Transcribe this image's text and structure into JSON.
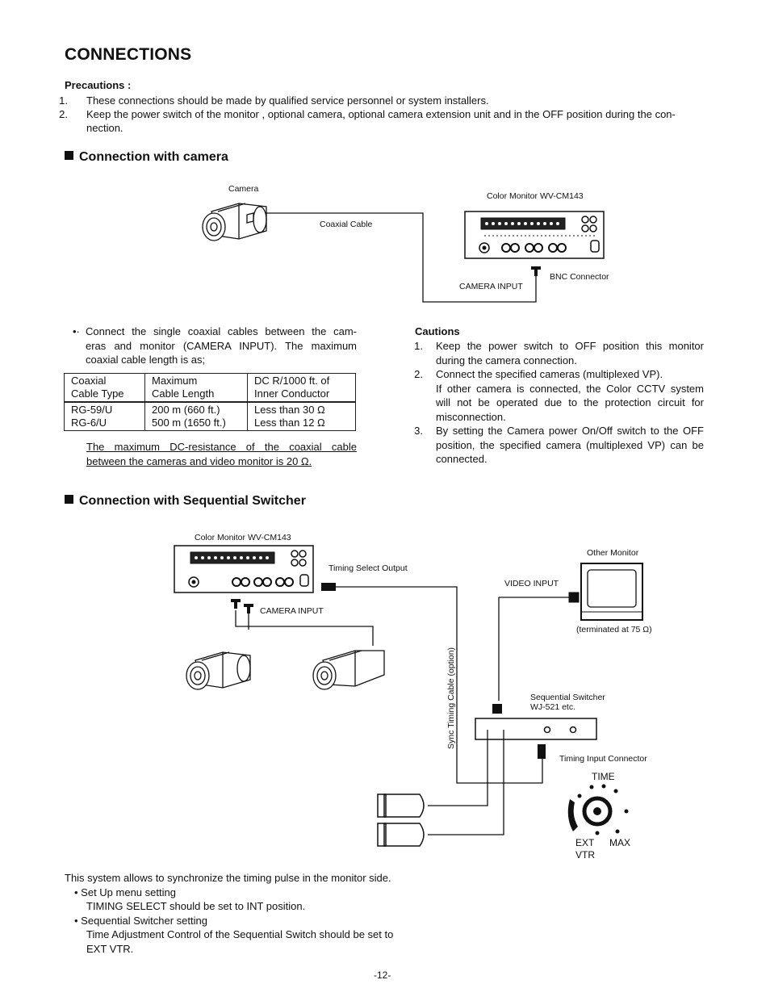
{
  "title": "CONNECTIONS",
  "precautions": {
    "heading": "Precautions :",
    "items": [
      {
        "num": "1.",
        "lines": [
          "These connections should be made by qualified service personnel or system installers."
        ]
      },
      {
        "num": "2.",
        "lines": [
          "Keep the power switch of the monitor , optional camera, optional camera extension unit and in the OFF position during the con-",
          "nection."
        ]
      }
    ]
  },
  "camera_section": {
    "heading": "Connection with camera",
    "diagram": {
      "camera_label": "Camera",
      "coax_label": "Coaxial Cable",
      "monitor_label": "Color Monitor WV-CM143",
      "bnc_label": "BNC Connector",
      "input_label": "CAMERA INPUT"
    },
    "bullet": {
      "mark": "•·",
      "lines": [
        "Connect the single coaxial cables between the cam-",
        "eras and monitor (CAMERA INPUT). The maximum",
        "coaxial cable length is as;"
      ]
    },
    "table": {
      "headers": [
        [
          "Coaxial",
          "Cable Type"
        ],
        [
          "Maximum",
          "Cable Length"
        ],
        [
          "DC R/1000 ft. of",
          "Inner Conductor"
        ]
      ],
      "rows": [
        [
          [
            "RG-59/U",
            "RG-6/U"
          ],
          [
            "200 m (660 ft.)",
            "500 m (1650 ft.)"
          ],
          [
            "Less than 30 Ω",
            "Less than 12 Ω"
          ]
        ]
      ]
    },
    "note_lines": [
      "The maximum DC-resistance of the coaxial cable",
      "between the cameras and video monitor is 20 Ω."
    ],
    "cautions": {
      "heading": "Cautions",
      "items": [
        {
          "num": "1.",
          "lines": [
            "Keep the power switch to OFF position this monitor",
            "during the camera connection."
          ]
        },
        {
          "num": "2.",
          "lines": [
            "Connect the specified cameras (multiplexed VP).",
            "If other camera is connected, the Color CCTV system",
            "will not be operated due to the protection circuit for",
            "misconnection."
          ]
        },
        {
          "num": "3.",
          "lines": [
            "By setting the Camera power On/Off switch to the OFF",
            "position, the specified camera (multiplexed VP) can be",
            "connected."
          ]
        }
      ]
    }
  },
  "switcher_section": {
    "heading": "Connection with Sequential Switcher",
    "diagram": {
      "monitor_label": "Color Monitor WV-CM143",
      "timing_output_label": "Timing Select Output",
      "camera_input_label": "CAMERA INPUT",
      "other_monitor_label": "Other Monitor",
      "video_input_label": "VIDEO INPUT",
      "terminated_label": "(terminated at 75 Ω)",
      "sync_cable_label": "Sync Timing Cable (option)",
      "switcher_label_1": "Sequential Switcher",
      "switcher_label_2": "WJ-521 etc.",
      "timing_input_label": "Timing Input Connector",
      "knob_time": "TIME",
      "knob_ext": "EXT",
      "knob_vtr": "VTR",
      "knob_max": "MAX"
    },
    "body_lines": [
      "This system allows to synchronize the timing pulse in the monitor side.",
      "•  Set Up menu setting",
      "TIMING SELECT should be set to INT position.",
      "•  Sequential Switcher setting",
      "Time Adjustment Control of the Sequential Switch should be set to",
      "EXT VTR."
    ]
  },
  "page_number": "-12-"
}
